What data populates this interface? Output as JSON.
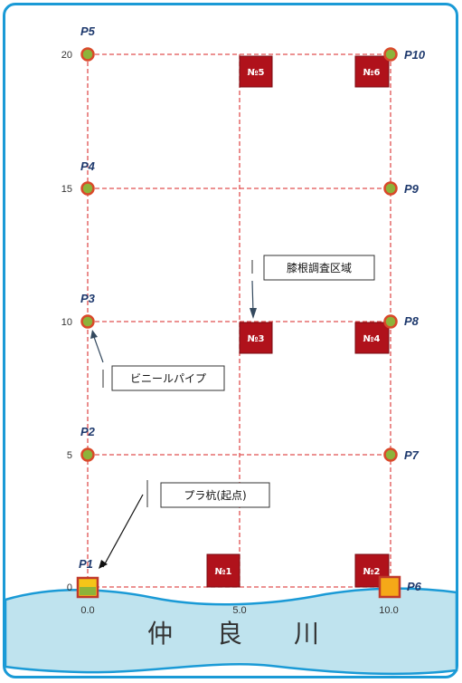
{
  "diagram": {
    "grid_y_labels": [
      "20",
      "15",
      "10",
      "5",
      "0"
    ],
    "grid_x_labels": [
      "0.0",
      "5.0",
      "10.0"
    ],
    "points_left": [
      "P5",
      "P4",
      "P3",
      "P2",
      "P1"
    ],
    "points_right": [
      "P10",
      "P9",
      "P8",
      "P7",
      "P6"
    ],
    "plots": [
      "№5",
      "№6",
      "№3",
      "№4",
      "№1",
      "№2"
    ],
    "callouts": {
      "survey_area": "膝根調査区域",
      "vinyl_pipe": "ビニールパイプ",
      "plastic_stake": "プラ杭(起点)"
    },
    "river": [
      "仲",
      "良",
      "川"
    ],
    "colors": {
      "frame": "#1a9ad6",
      "grid_line": "#e05050",
      "point_fill": "#8db33a",
      "point_stroke": "#d9492a",
      "plot_fill": "#b0121b",
      "river_fill": "#bfe3ee",
      "river_edge": "#1a9ad6",
      "stake_fill": "#f5c518"
    }
  }
}
